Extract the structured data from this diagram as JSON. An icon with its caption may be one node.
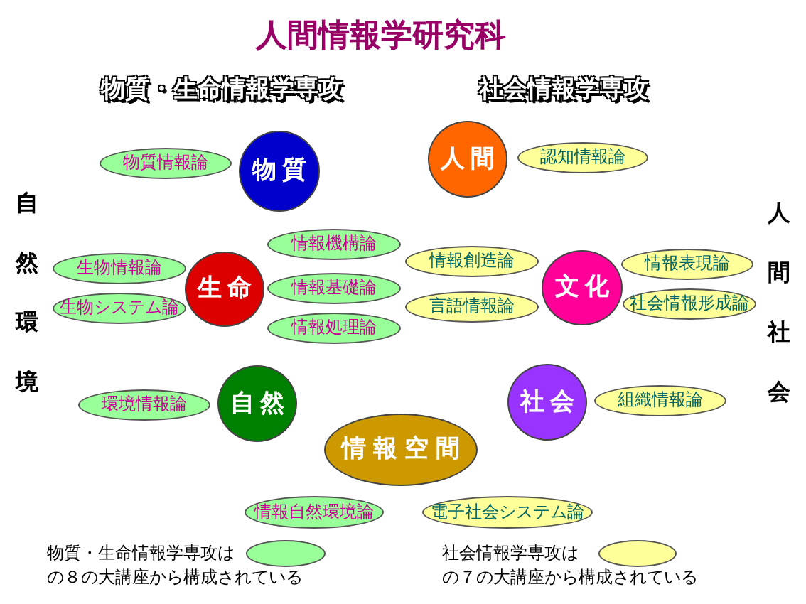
{
  "diagram": {
    "title": "人間情報学研究科",
    "nodes": [
      {
        "text": [
          "物質情報論"
        ]
      },
      {
        "text": [
          "物質"
        ]
      },
      {
        "text": [
          "人間"
        ]
      },
      {
        "text": [
          "認知情報論"
        ]
      },
      {
        "text": [
          "情報機構論"
        ]
      },
      {
        "text": [
          "生物情報論"
        ]
      },
      {
        "text": [
          "生命"
        ]
      },
      {
        "text": [
          "情報基礎論"
        ]
      },
      {
        "text": [
          "生物システム論"
        ]
      },
      {
        "text": [
          "情報処理論"
        ]
      },
      {
        "text": [
          "情報創造論"
        ]
      },
      {
        "text": [
          "文化"
        ]
      },
      {
        "text": [
          "情報表現論"
        ]
      },
      {
        "text": [
          "言語情報論"
        ]
      },
      {
        "text": [
          "社会情報形成論"
        ]
      },
      {
        "text": [
          "自然"
        ]
      },
      {
        "text": [
          "環境情報論"
        ]
      },
      {
        "text": [
          "社会"
        ]
      },
      {
        "text": [
          "組織情報論"
        ]
      },
      {
        "text": [
          "情報空間"
        ]
      },
      {
        "text": [
          "情報自然環境論"
        ]
      },
      {
        "text": [
          "電子社会システム論"
        ]
      }
    ],
    "labels": [
      "物質・生命情報学専攻",
      "社会情報学専攻",
      "自然環境",
      "人間社会"
    ],
    "legend": [
      {
        "text": "物質・生命情報学専攻はの８の大講座から構成されている",
        "color": "#99ff99"
      },
      {
        "text": "社会情報学専攻はの７の大講座から構成されている",
        "color": "#ffff99"
      }
    ]
  }
}
